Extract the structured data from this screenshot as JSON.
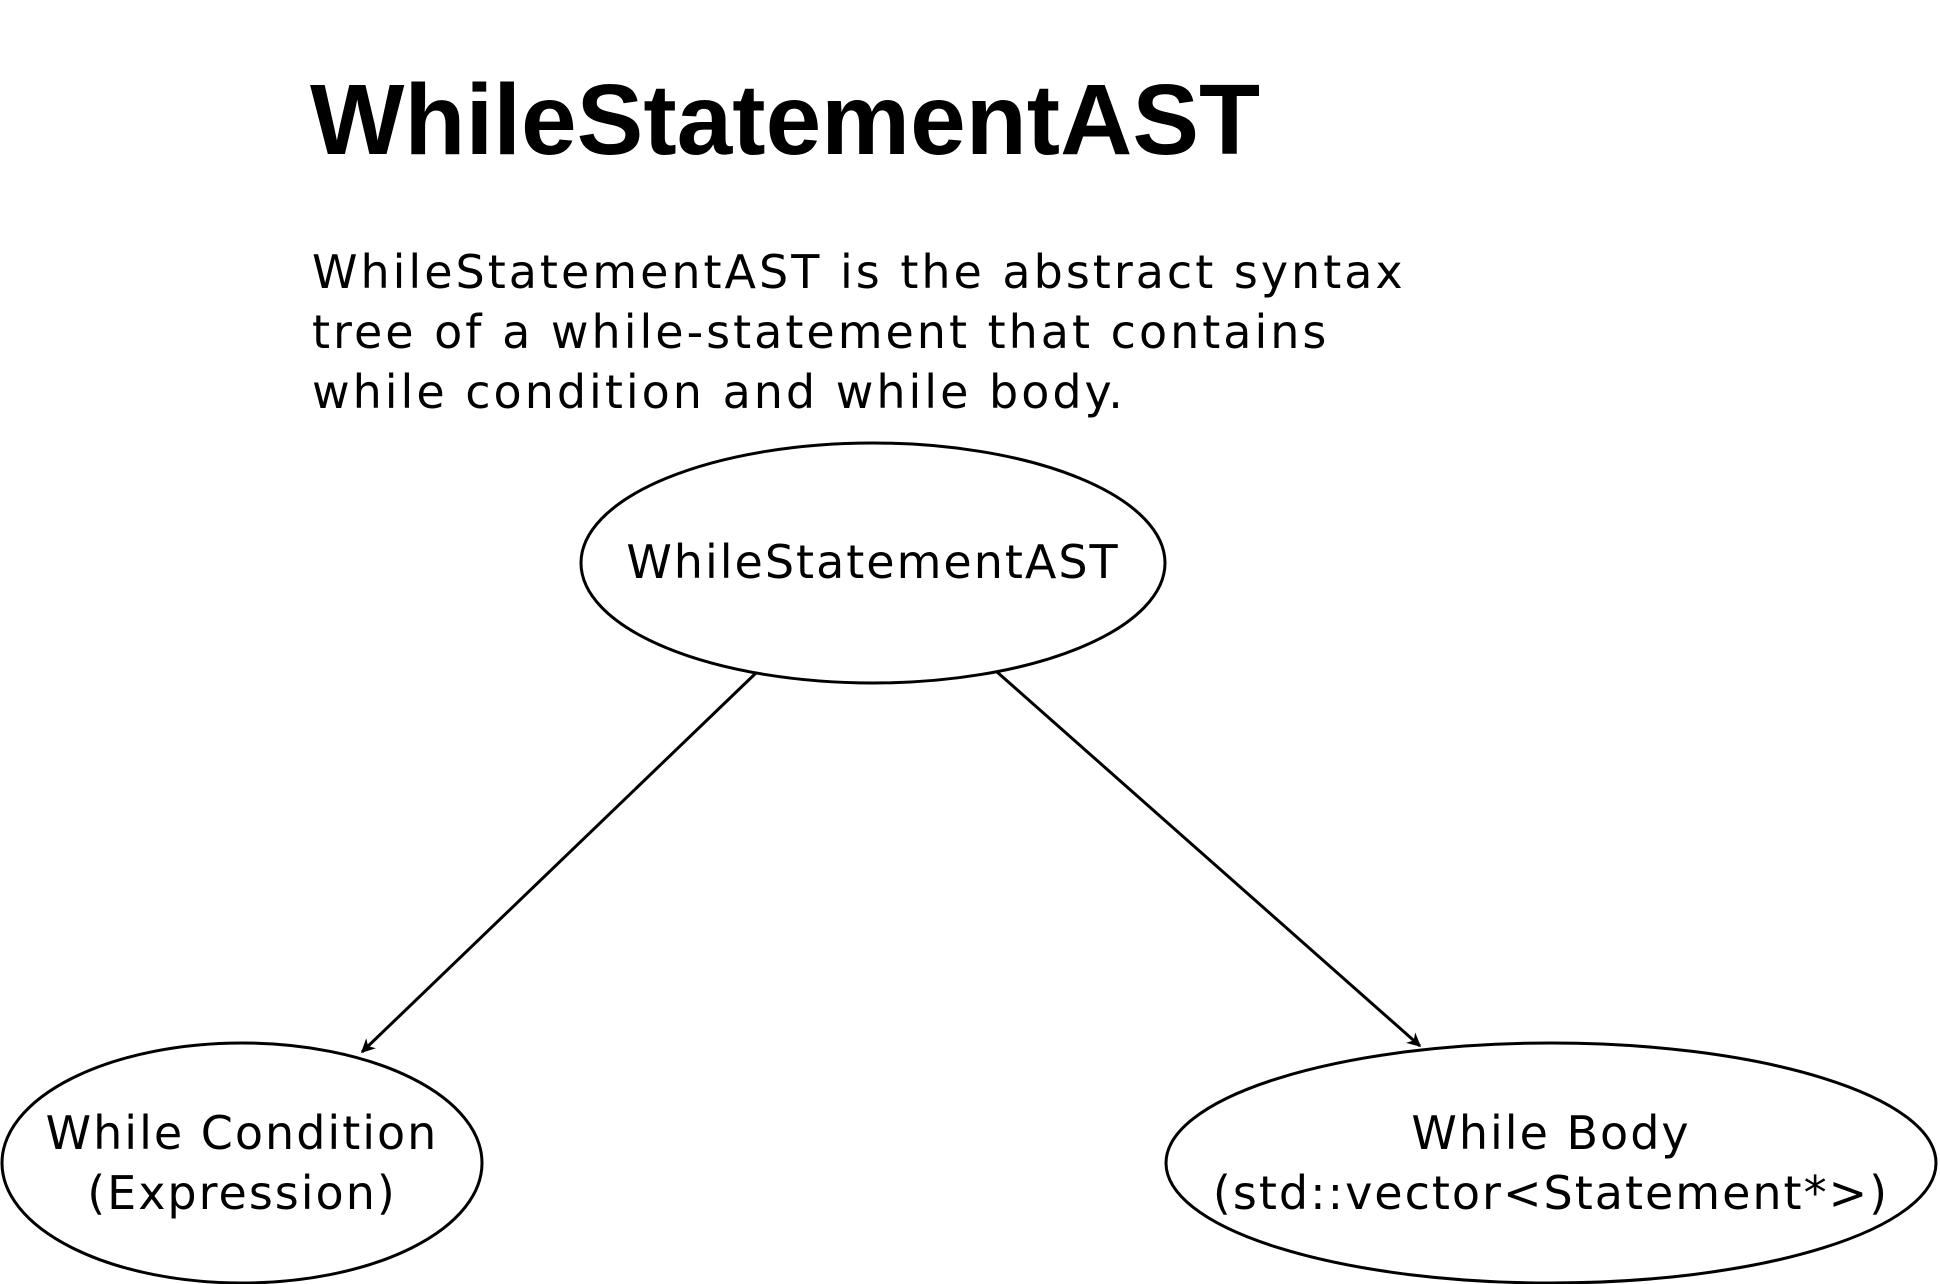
{
  "title": "WhileStatementAST",
  "description": {
    "lines": [
      "WhileStatementAST is the abstract syntax",
      "tree of a while-statement that contains",
      "while condition and while body."
    ]
  },
  "diagram": {
    "nodes": {
      "root": {
        "lines": [
          "WhileStatementAST"
        ]
      },
      "condition": {
        "lines": [
          "While Condition",
          "(Expression)"
        ]
      },
      "body": {
        "lines": [
          "While Body",
          "(std::vector<Statement*>)"
        ]
      }
    },
    "edges": [
      {
        "from": "root",
        "to": "condition"
      },
      {
        "from": "root",
        "to": "body"
      }
    ]
  }
}
